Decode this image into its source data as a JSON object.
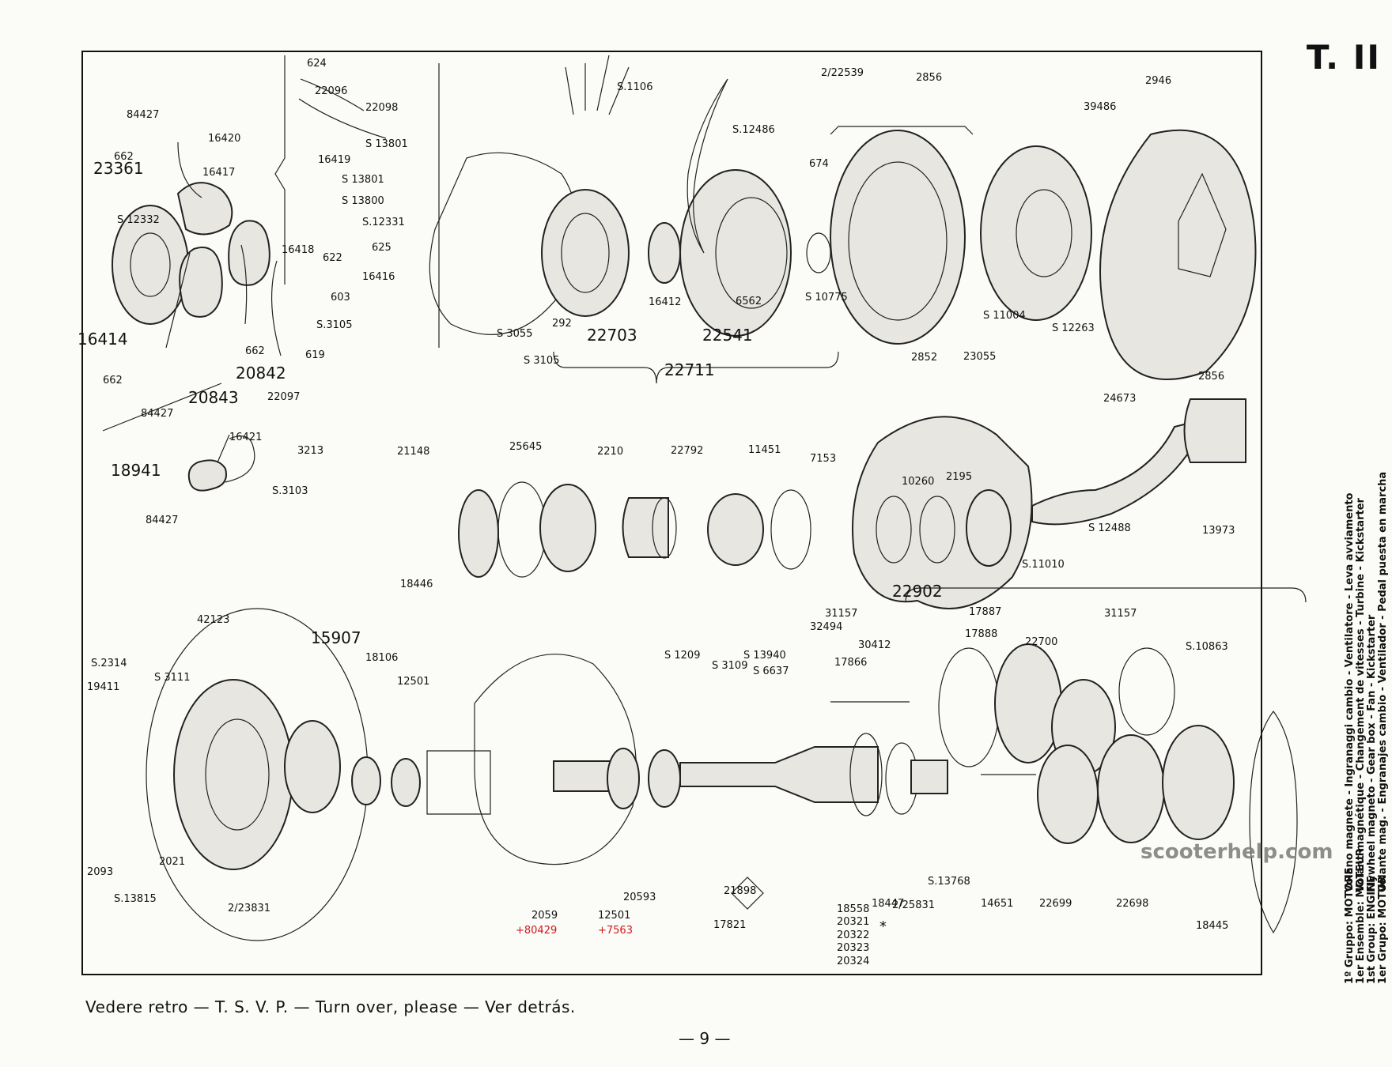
{
  "plate_id": "T. II",
  "footer_note": "Vedere retro — T. S. V. P. — Turn over, please — Ver detrás.",
  "page_number": "— 9 —",
  "watermark": "scooterhelp.com",
  "group_captions": [
    {
      "group": "1º Gruppo: MOTORE",
      "text": "Volano magnete - Ingranaggi cambio - Ventilatore - Leva avviamento"
    },
    {
      "group": "1er Ensemble: MOTEUR",
      "text": "Volant magnétique - Changement de vitesses - Turbine - Kickstarter"
    },
    {
      "group": "1st Group: ENGINE",
      "text": "Flywheel magneto - Gear box - Fan - Kickstarter"
    },
    {
      "group": "1er Grupo: MOTOR",
      "text": "Volante mag. - Engranajes cambio - Ventilador - Pedal puesta en marcha"
    }
  ],
  "labels": [
    {
      "t": "624",
      "s": ""
    },
    {
      "t": "22096",
      "s": ""
    },
    {
      "t": "22098",
      "s": ""
    },
    {
      "t": "84427",
      "s": ""
    },
    {
      "t": "16420",
      "s": ""
    },
    {
      "t": "S 13801",
      "s": ""
    },
    {
      "t": "662",
      "s": ""
    },
    {
      "t": "16417",
      "s": ""
    },
    {
      "t": "16419",
      "s": ""
    },
    {
      "t": "23361",
      "s": "big"
    },
    {
      "t": "S 13801",
      "s": ""
    },
    {
      "t": "S 13800",
      "s": ""
    },
    {
      "t": "S 12332",
      "s": ""
    },
    {
      "t": "S.12331",
      "s": ""
    },
    {
      "t": "625",
      "s": ""
    },
    {
      "t": "622",
      "s": ""
    },
    {
      "t": "16418",
      "s": ""
    },
    {
      "t": "16416",
      "s": ""
    },
    {
      "t": "603",
      "s": ""
    },
    {
      "t": "S.3105",
      "s": ""
    },
    {
      "t": "16414",
      "s": "big"
    },
    {
      "t": "662",
      "s": ""
    },
    {
      "t": "619",
      "s": ""
    },
    {
      "t": "662",
      "s": ""
    },
    {
      "t": "20842",
      "s": "big"
    },
    {
      "t": "22097",
      "s": ""
    },
    {
      "t": "84427",
      "s": ""
    },
    {
      "t": "20843",
      "s": "big"
    },
    {
      "t": "16421",
      "s": ""
    },
    {
      "t": "3213",
      "s": ""
    },
    {
      "t": "18941",
      "s": "big"
    },
    {
      "t": "S.3103",
      "s": ""
    },
    {
      "t": "84427",
      "s": ""
    },
    {
      "t": "S.1106",
      "s": ""
    },
    {
      "t": "S.12486",
      "s": ""
    },
    {
      "t": "2/22539",
      "s": ""
    },
    {
      "t": "2856",
      "s": ""
    },
    {
      "t": "2946",
      "s": ""
    },
    {
      "t": "39486",
      "s": ""
    },
    {
      "t": "674",
      "s": ""
    },
    {
      "t": "6562",
      "s": ""
    },
    {
      "t": "S 10775",
      "s": ""
    },
    {
      "t": "16412",
      "s": ""
    },
    {
      "t": "S 3055",
      "s": ""
    },
    {
      "t": "292",
      "s": ""
    },
    {
      "t": "S 3105",
      "s": ""
    },
    {
      "t": "22703",
      "s": "big"
    },
    {
      "t": "22541",
      "s": "big"
    },
    {
      "t": "22711",
      "s": "big"
    },
    {
      "t": "S 11004",
      "s": ""
    },
    {
      "t": "S 12263",
      "s": ""
    },
    {
      "t": "2852",
      "s": ""
    },
    {
      "t": "23055",
      "s": ""
    },
    {
      "t": "2856",
      "s": ""
    },
    {
      "t": "21148",
      "s": ""
    },
    {
      "t": "25645",
      "s": ""
    },
    {
      "t": "2210",
      "s": ""
    },
    {
      "t": "22792",
      "s": ""
    },
    {
      "t": "11451",
      "s": ""
    },
    {
      "t": "7153",
      "s": ""
    },
    {
      "t": "10260",
      "s": ""
    },
    {
      "t": "2195",
      "s": ""
    },
    {
      "t": "24673",
      "s": ""
    },
    {
      "t": "13973",
      "s": ""
    },
    {
      "t": "S 12488",
      "s": ""
    },
    {
      "t": "S.11010",
      "s": ""
    },
    {
      "t": "18446",
      "s": ""
    },
    {
      "t": "42123",
      "s": ""
    },
    {
      "t": "15907",
      "s": "big"
    },
    {
      "t": "S.2314",
      "s": ""
    },
    {
      "t": "S 3111",
      "s": ""
    },
    {
      "t": "19411",
      "s": ""
    },
    {
      "t": "18106",
      "s": ""
    },
    {
      "t": "12501",
      "s": ""
    },
    {
      "t": "2093",
      "s": ""
    },
    {
      "t": "2021",
      "s": ""
    },
    {
      "t": "S.13815",
      "s": ""
    },
    {
      "t": "2/23831",
      "s": ""
    },
    {
      "t": "2059",
      "s": ""
    },
    {
      "t": "+80429",
      "s": "red"
    },
    {
      "t": "12501",
      "s": ""
    },
    {
      "t": "+7563",
      "s": "red"
    },
    {
      "t": "20593",
      "s": ""
    },
    {
      "t": "S 1209",
      "s": ""
    },
    {
      "t": "S 3109",
      "s": ""
    },
    {
      "t": "S 13940",
      "s": ""
    },
    {
      "t": "S 6637",
      "s": ""
    },
    {
      "t": "32494",
      "s": ""
    },
    {
      "t": "30412",
      "s": ""
    },
    {
      "t": "17866",
      "s": ""
    },
    {
      "t": "21898",
      "s": ""
    },
    {
      "t": "17821",
      "s": ""
    },
    {
      "t": "18558",
      "s": ""
    },
    {
      "t": "20321",
      "s": ""
    },
    {
      "t": "20322",
      "s": ""
    },
    {
      "t": "20323",
      "s": ""
    },
    {
      "t": "20324",
      "s": ""
    },
    {
      "t": "*",
      "s": "mid"
    },
    {
      "t": "18447",
      "s": ""
    },
    {
      "t": "22902",
      "s": "big"
    },
    {
      "t": "31157",
      "s": ""
    },
    {
      "t": "17887",
      "s": ""
    },
    {
      "t": "17888",
      "s": ""
    },
    {
      "t": "22700",
      "s": ""
    },
    {
      "t": "31157",
      "s": ""
    },
    {
      "t": "S.10863",
      "s": ""
    },
    {
      "t": "2/25831",
      "s": ""
    },
    {
      "t": "S.13768",
      "s": ""
    },
    {
      "t": "14651",
      "s": ""
    },
    {
      "t": "22699",
      "s": ""
    },
    {
      "t": "22698",
      "s": ""
    },
    {
      "t": "18445",
      "s": ""
    }
  ]
}
